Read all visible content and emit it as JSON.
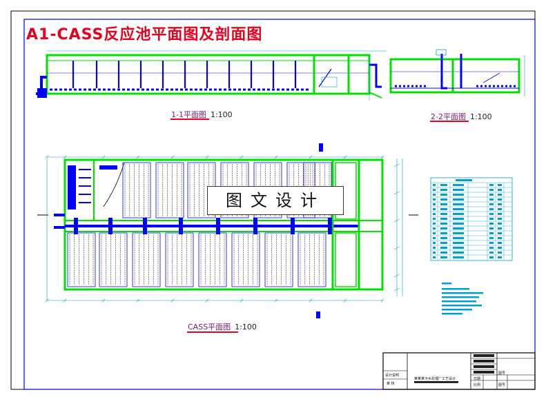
{
  "title": "A1-CASS反应池平面图及剖面图",
  "captions": {
    "section_1": {
      "name": "1-1平面图",
      "scale": "1:100"
    },
    "section_2": {
      "name": "2-2平面图",
      "scale": "1:100"
    },
    "plan": {
      "name": "CASS平面图",
      "scale": "1:100"
    }
  },
  "watermark": "图文设计",
  "colors": {
    "wall": "#00e000",
    "pipe": "#0000ff",
    "title": "#e8001c",
    "cyan": "#00a0c8"
  },
  "title_block": {
    "drawing_name": "某某某污水处理厂工艺设计",
    "left_cell": "设计说明",
    "left_cell_2": "审 核",
    "field_1": "日期",
    "field_2": "图号",
    "field_3": "比例",
    "field_4": "图号"
  }
}
